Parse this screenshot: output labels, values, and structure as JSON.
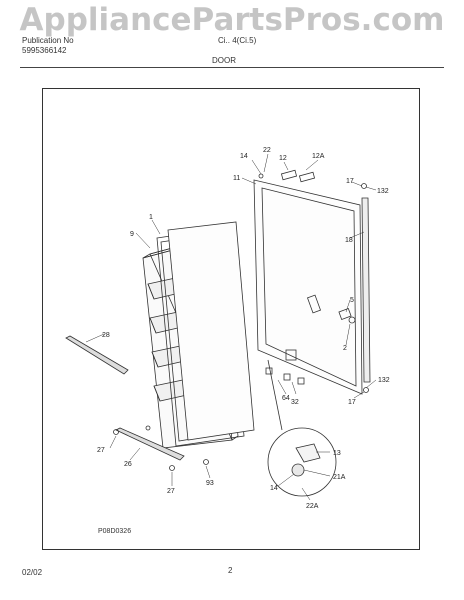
{
  "header": {
    "watermark": "AppliancePartsPros.com",
    "publication_label": "Publication No",
    "publication_number": "5995366142",
    "model_partial": "Ci.. 4(Ci.5)",
    "section_title": "DOOR"
  },
  "footer": {
    "date": "02/02",
    "page_number": "2"
  },
  "diagram": {
    "code": "P08D0326",
    "callouts": {
      "c14_top": "14",
      "c22_top": "22",
      "c12": "12",
      "c12a": "12A",
      "c11": "11",
      "c17_top": "17",
      "c132_top": "132",
      "c1": "1",
      "c9": "9",
      "c18": "18",
      "c5": "5",
      "c2": "2",
      "c28": "28",
      "c64": "64",
      "c32": "32",
      "c132_bot": "132",
      "c17_bot": "17",
      "c27_left": "27",
      "c26": "26",
      "c27_bot": "27",
      "c93": "93",
      "c13": "13",
      "c21a": "21A",
      "c14_bot": "14",
      "c22a": "22A"
    }
  }
}
